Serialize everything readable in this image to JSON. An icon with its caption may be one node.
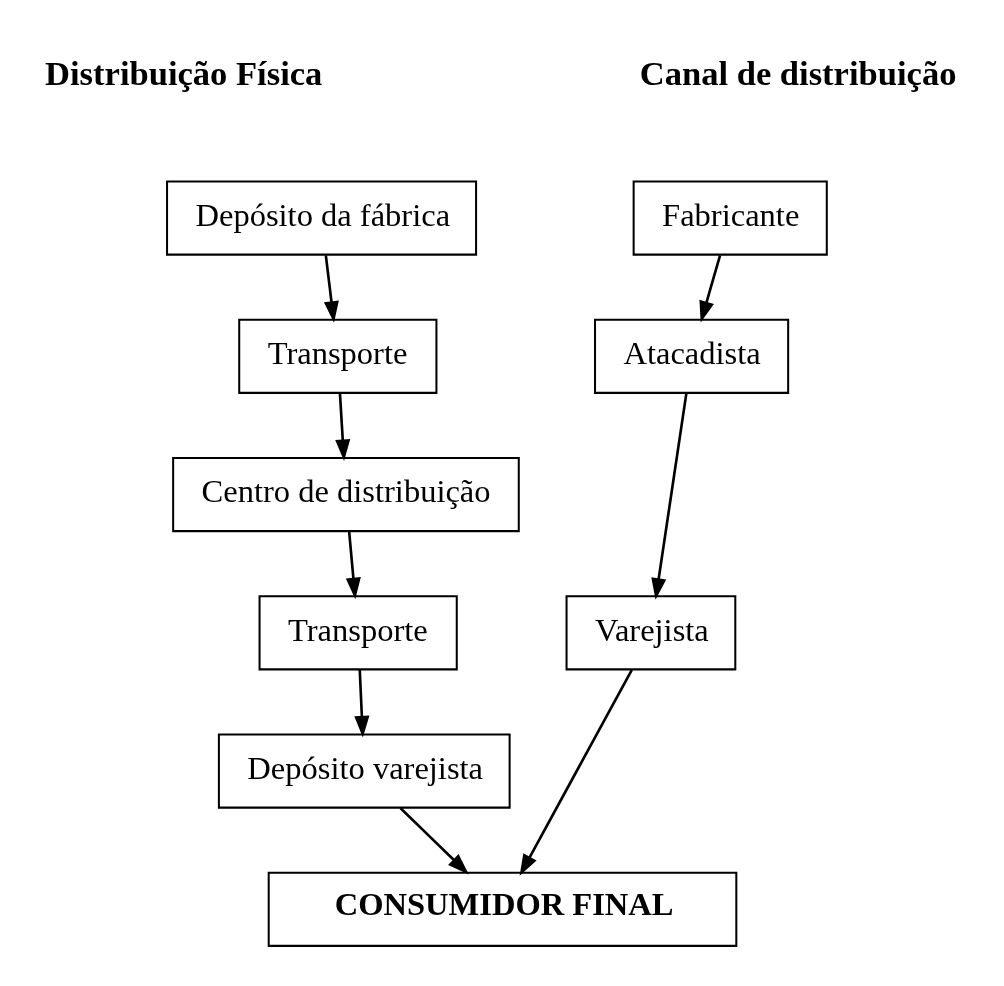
{
  "diagram": {
    "nodes": [
      {
        "text": [
          "Depósito da fábrica"
        ]
      },
      {
        "text": [
          "Transporte"
        ]
      },
      {
        "text": [
          "Centro de distribuição"
        ]
      },
      {
        "text": [
          "Transporte"
        ]
      },
      {
        "text": [
          "Depósito varejista"
        ]
      },
      {
        "text": [
          "Fabricante"
        ]
      },
      {
        "text": [
          "Atacadista"
        ]
      },
      {
        "text": [
          "Varejista"
        ]
      },
      {
        "text": [
          "CONSUMIDOR FINAL"
        ]
      }
    ],
    "edges": [
      {
        "from": 0,
        "to": 1,
        "arrow": "to"
      },
      {
        "from": 1,
        "to": 2,
        "arrow": "to"
      },
      {
        "from": 2,
        "to": 3,
        "arrow": "to"
      },
      {
        "from": 3,
        "to": 4,
        "arrow": "to"
      },
      {
        "from": 4,
        "to": 8,
        "arrow": "to"
      },
      {
        "from": 5,
        "to": 6,
        "arrow": "to"
      },
      {
        "from": 6,
        "to": 7,
        "arrow": "to"
      },
      {
        "from": 7,
        "to": 8,
        "arrow": "to"
      }
    ],
    "labels": [
      "Distribuição Física",
      "Canal de distribuição"
    ]
  }
}
